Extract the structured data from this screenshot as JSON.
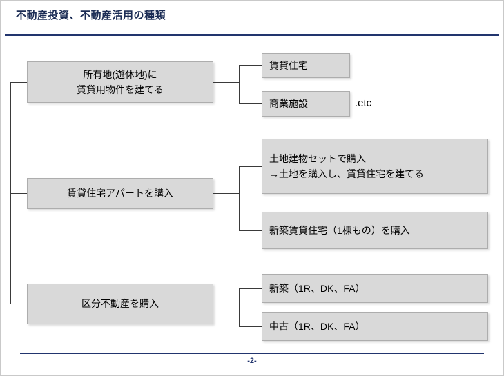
{
  "title": "不動産投資、不動産活用の種類",
  "footer": {
    "page_number": "-2-"
  },
  "colors": {
    "accent_navy": "#22356e",
    "box_fill": "#d9d9d9",
    "box_border": "#adadad",
    "connector": "#3a3a3a",
    "background": "#ffffff"
  },
  "tree": {
    "groups": [
      {
        "parent": "所有地(遊休地)に\n賃貸用物件を建てる",
        "children": [
          {
            "label": "賃貸住宅"
          },
          {
            "label": "商業施設",
            "suffix": ".etc"
          }
        ]
      },
      {
        "parent": "賃貸住宅アパートを購入",
        "children": [
          {
            "label": "土地建物セットで購入\n→土地を購入し、賃貸住宅を建てる"
          },
          {
            "label": "新築賃貸住宅（1棟もの）を購入"
          }
        ]
      },
      {
        "parent": "区分不動産を購入",
        "children": [
          {
            "label": "新築（1R、DK、FA）"
          },
          {
            "label": "中古（1R、DK、FA）"
          }
        ]
      }
    ]
  }
}
